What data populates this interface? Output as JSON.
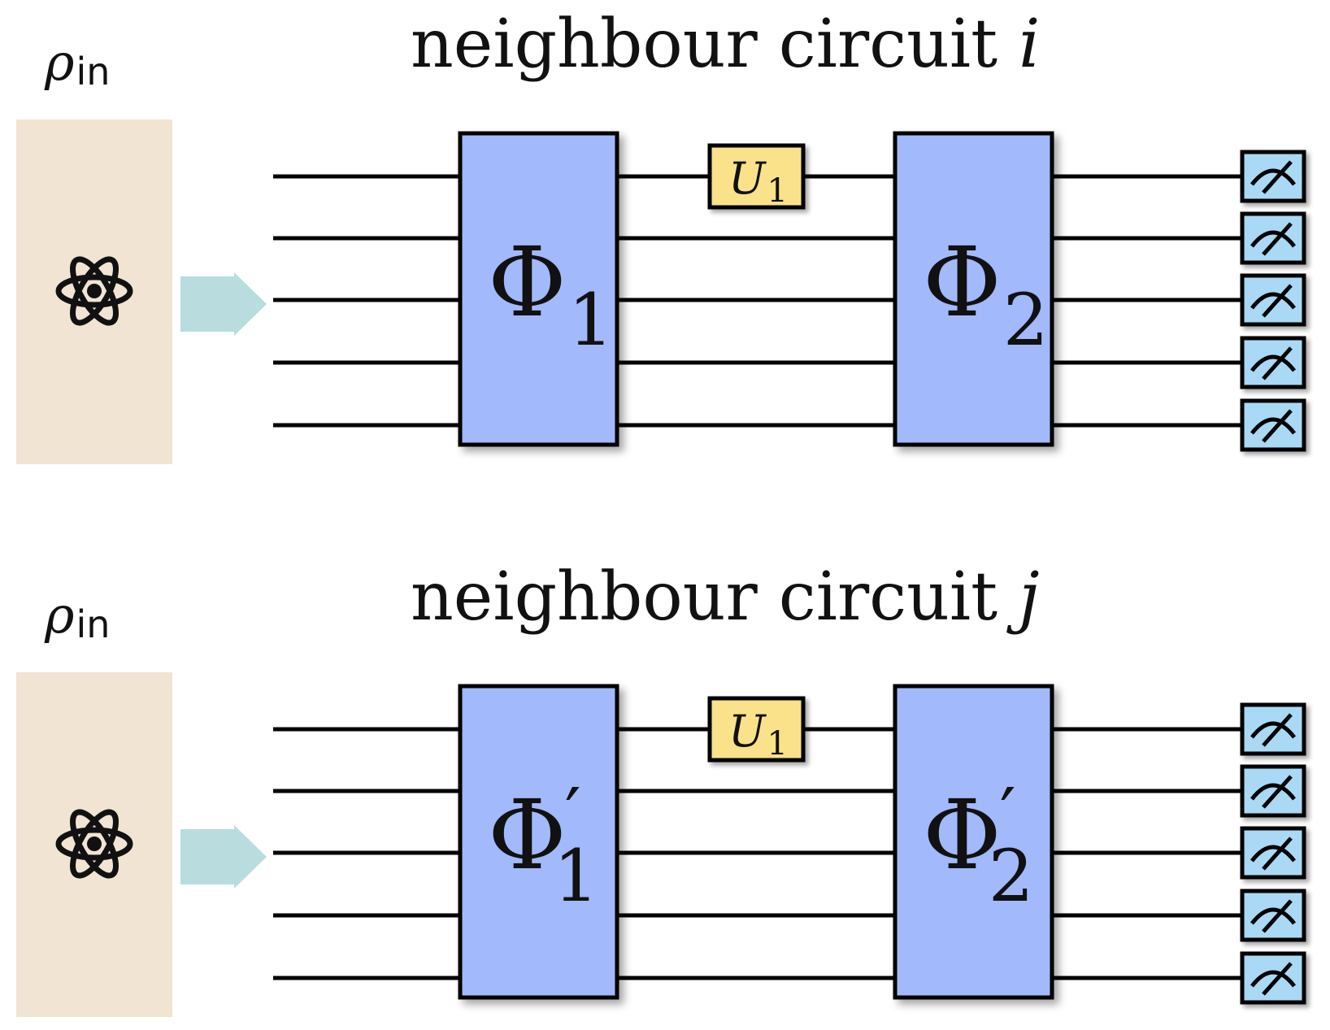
{
  "colors": {
    "source_box": "#f1e4d3",
    "arrow": "#b9dcdf",
    "big_gate": "#a2b9fb",
    "small_gate": "#fae28a",
    "meter": "#a9d9f5",
    "wire": "#000000"
  },
  "panels": [
    {
      "title_text": "neighbour circuit ",
      "title_var": "i",
      "input_label": "ρ",
      "input_sub": "in",
      "source_icon": "atom-icon",
      "gate1": {
        "symbol": "Φ",
        "sub": "1",
        "prime": ""
      },
      "gate2": {
        "symbol": "Φ",
        "sub": "2",
        "prime": ""
      },
      "mid_gate": {
        "symbol": "U",
        "sub": "1"
      },
      "wire_count": 5,
      "meter_icon": "measurement-meter-icon"
    },
    {
      "title_text": "neighbour circuit ",
      "title_var": "j",
      "input_label": "ρ",
      "input_sub": "in",
      "source_icon": "atom-icon",
      "gate1": {
        "symbol": "Φ",
        "sub": "1",
        "prime": "′"
      },
      "gate2": {
        "symbol": "Φ",
        "sub": "2",
        "prime": "′"
      },
      "mid_gate": {
        "symbol": "U",
        "sub": "1"
      },
      "wire_count": 5,
      "meter_icon": "measurement-meter-icon"
    }
  ]
}
